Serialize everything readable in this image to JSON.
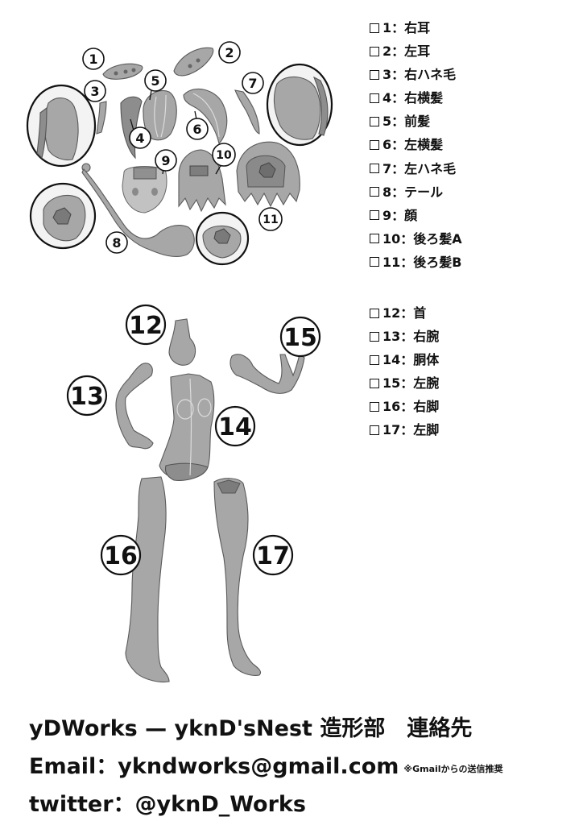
{
  "parts_group_a": [
    {
      "no": "1",
      "label": "1：右耳"
    },
    {
      "no": "2",
      "label": "2：左耳"
    },
    {
      "no": "3",
      "label": "3：右ハネ毛"
    },
    {
      "no": "4",
      "label": "4：右横髪"
    },
    {
      "no": "5",
      "label": "5：前髪"
    },
    {
      "no": "6",
      "label": "6：左横髪"
    },
    {
      "no": "7",
      "label": "7：左ハネ毛"
    },
    {
      "no": "8",
      "label": "8：テール"
    },
    {
      "no": "9",
      "label": "9：顔"
    },
    {
      "no": "10",
      "label": "10：後ろ髪A"
    },
    {
      "no": "11",
      "label": "11：後ろ髪B"
    }
  ],
  "parts_group_b": [
    {
      "no": "12",
      "label": "12：首"
    },
    {
      "no": "13",
      "label": "13：右腕"
    },
    {
      "no": "14",
      "label": "14：胴体"
    },
    {
      "no": "15",
      "label": "15：左腕"
    },
    {
      "no": "16",
      "label": "16：右脚"
    },
    {
      "no": "17",
      "label": "17：左脚"
    }
  ],
  "footer": {
    "line1": "yDWorks — yknD'sNest 造形部　連絡先",
    "email": "Email：ykndworks@gmail.com",
    "email_note": "※Gmailからの送信推奨",
    "twitter": "twitter：@yknD_Works"
  },
  "colors": {
    "part_fill": "#a7a7a7",
    "outline": "#111111"
  }
}
